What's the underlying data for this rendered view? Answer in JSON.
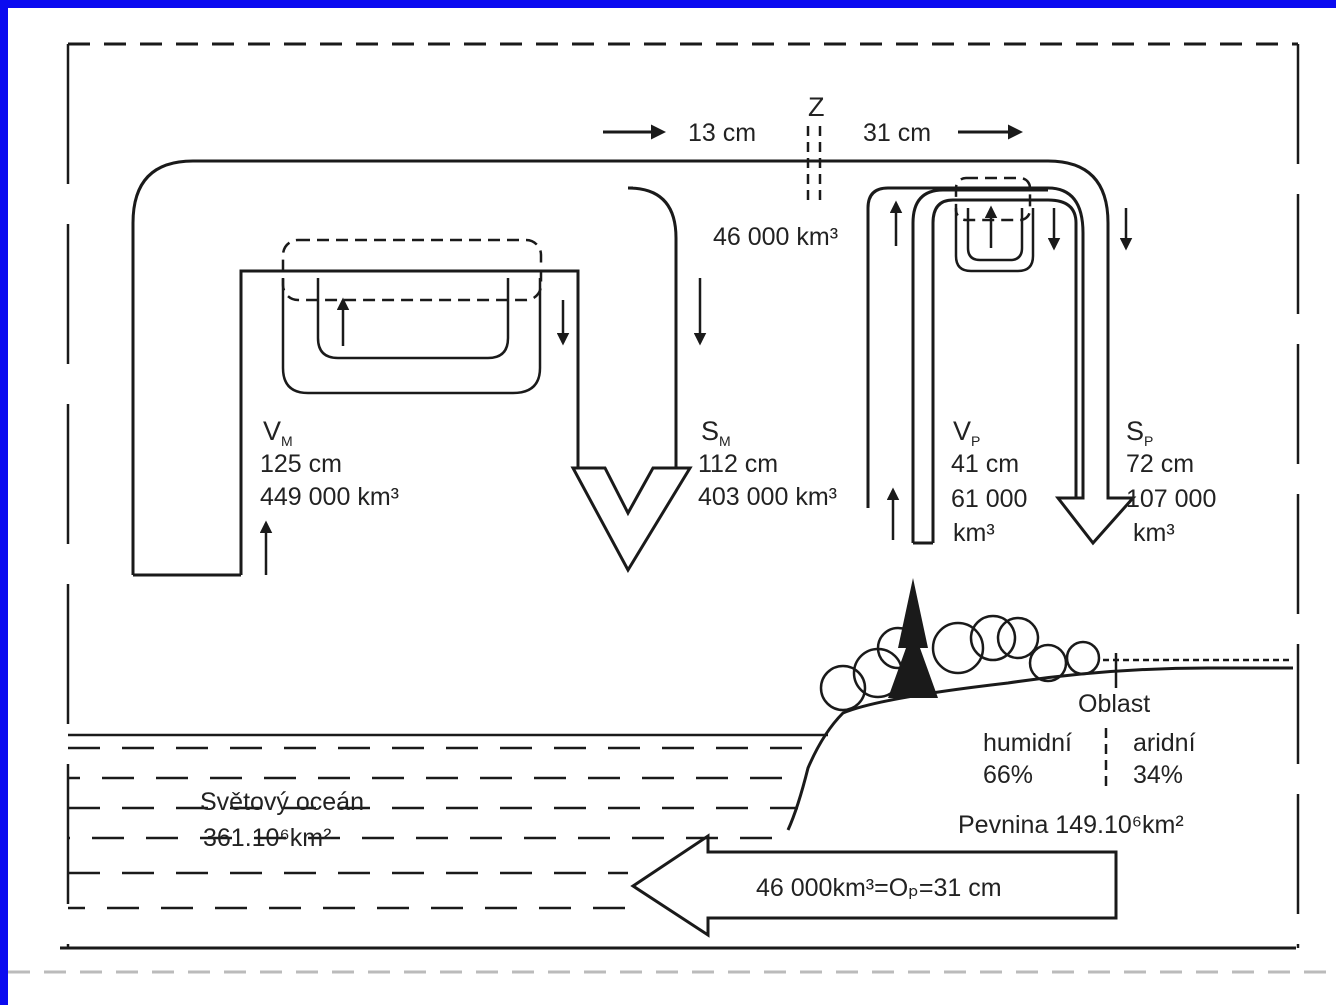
{
  "labels": {
    "z": "Z",
    "left_flux": "13 cm",
    "right_flux": "31 cm",
    "transfer_volume": "46 000 km³",
    "vm": {
      "symbol": "V",
      "sub": "M",
      "depth": "125 cm",
      "volume": "449 000 km³"
    },
    "sm": {
      "symbol": "S",
      "sub": "M",
      "depth": "112 cm",
      "volume": "403 000 km³"
    },
    "vp": {
      "symbol": "V",
      "sub": "P",
      "depth": "41 cm",
      "volume_1": "61 000",
      "volume_2": "km³"
    },
    "sp": {
      "symbol": "S",
      "sub": "P",
      "depth": "72 cm",
      "volume_1": "107 000",
      "volume_2": "km³"
    },
    "region": "Oblast",
    "humid": "humidní",
    "humid_pct": "66%",
    "arid": "aridní",
    "arid_pct": "34%",
    "land": "Pevnina 149.10⁶km²",
    "ocean_1": "Světový oceán",
    "ocean_2": "361.10⁶km²",
    "runoff": "46 000km³=Oₚ=31 cm"
  }
}
